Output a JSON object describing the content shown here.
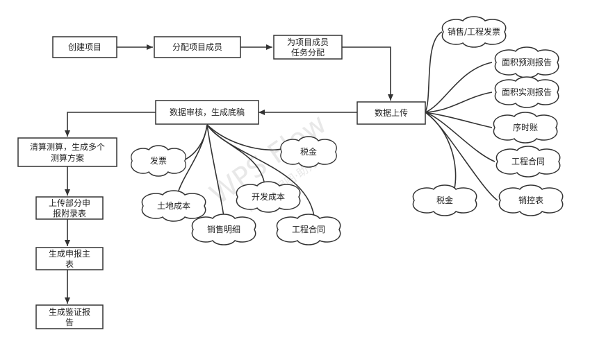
{
  "watermark": {
    "main": "WPS Flow",
    "sub": "WPS流程图·助力"
  },
  "boxes": {
    "create_project": [
      "创建项目"
    ],
    "assign_members": [
      "分配项目成员"
    ],
    "assign_tasks": [
      "为项目成员",
      "任务分配"
    ],
    "data_upload": [
      "数据上传"
    ],
    "data_review": [
      "数据审核，生成底稿"
    ],
    "settlement_calc": [
      "清算测算，生成多个",
      "测算方案"
    ],
    "upload_attachments": [
      "上传部分申",
      "报附录表"
    ],
    "generate_main": [
      "生成申报主",
      "表"
    ],
    "generate_report": [
      "生成鉴证报",
      "告"
    ]
  },
  "right_clouds": {
    "sales_invoice": "销售/工程发票",
    "area_forecast": "面积预测报告",
    "area_actual": "面积实测报告",
    "ledger": "序时账",
    "engineering_contract": "工程合同",
    "sales_control": "销控表",
    "tax": "税金"
  },
  "left_clouds": {
    "invoice": "发票",
    "land_cost": "土地成本",
    "sales_detail": "销售明细",
    "dev_cost": "开发成本",
    "engineering_contract": "工程合同",
    "tax": "税金"
  }
}
